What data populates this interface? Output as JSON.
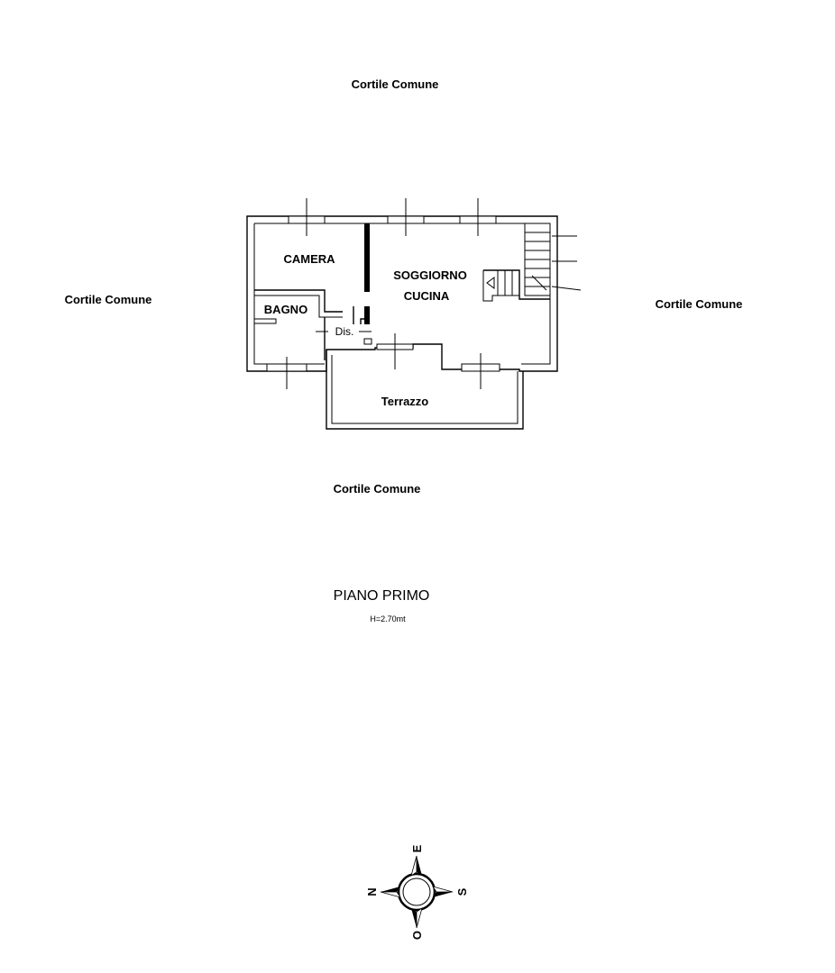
{
  "surroundings": {
    "top": "Cortile Comune",
    "left": "Cortile Comune",
    "right": "Cortile Comune",
    "bottom": "Cortile Comune"
  },
  "rooms": {
    "camera": "CAMERA",
    "soggiorno": "SOGGIORNO",
    "cucina": "CUCINA",
    "bagno": "BAGNO",
    "disimpegno": "Dis.",
    "terrazzo": "Terrazzo"
  },
  "floor": {
    "title": "PIANO PRIMO",
    "height": "H=2.70mt"
  },
  "compass": {
    "north": "N",
    "south": "S",
    "east": "E",
    "west": "O"
  }
}
